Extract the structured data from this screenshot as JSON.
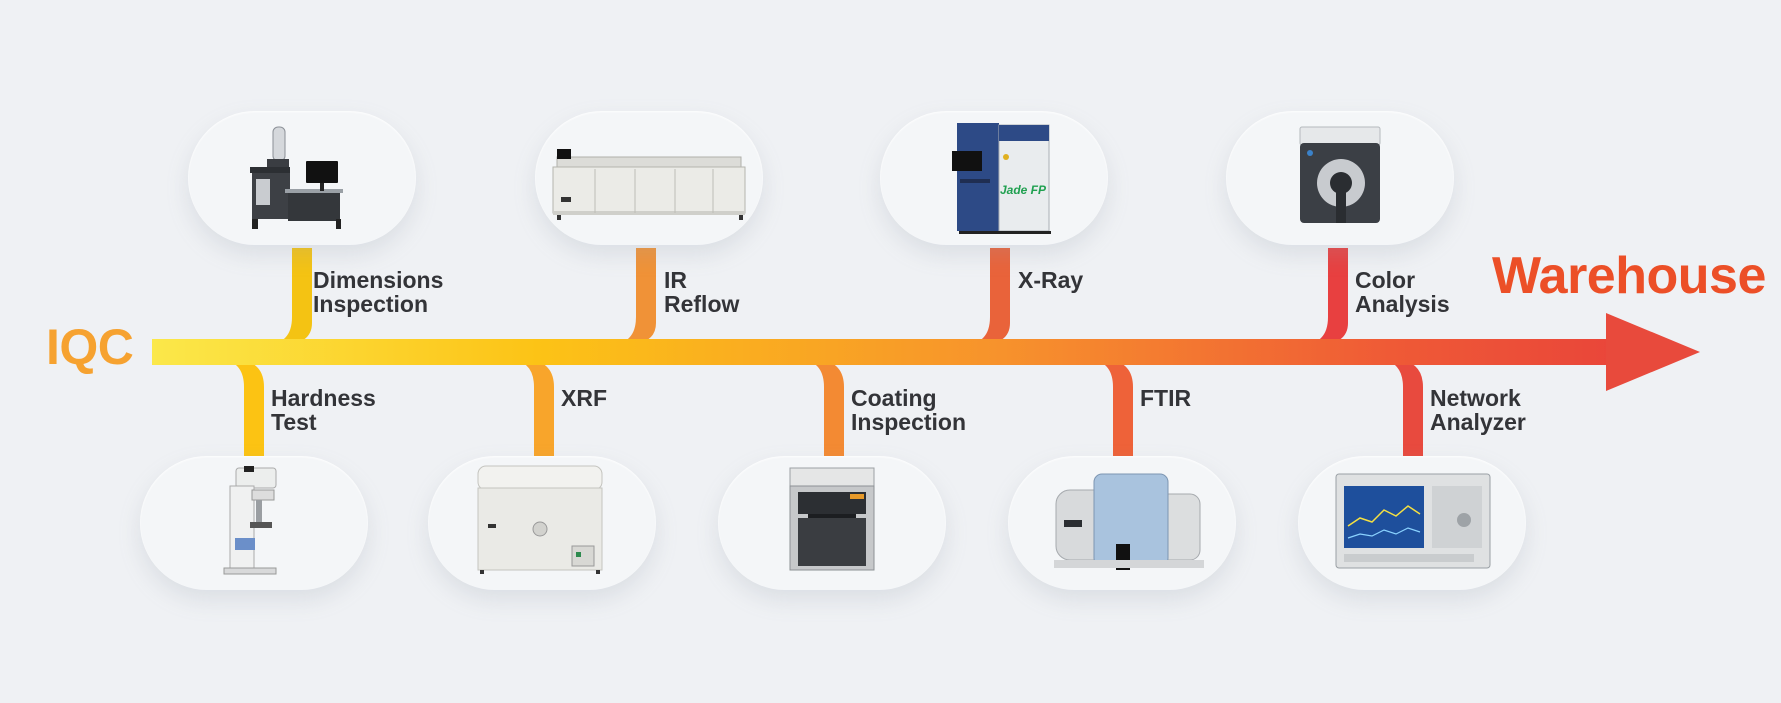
{
  "flow": {
    "start_label": "IQC",
    "end_label": "Warehouse",
    "arrow_gradient": [
      "#fbe84a",
      "#fcc316",
      "#f7922c",
      "#ef5a36",
      "#e73e3b"
    ]
  },
  "steps_top": [
    {
      "lines": [
        "Dimensions",
        "Inspection"
      ],
      "color": "#f4c313",
      "icon": "vision-measuring-machine-icon"
    },
    {
      "lines": [
        "IR",
        "Reflow"
      ],
      "color": "#f09237",
      "icon": "reflow-oven-icon"
    },
    {
      "lines": [
        "X-Ray"
      ],
      "color": "#e9633a",
      "icon": "xray-inspection-machine-icon",
      "machine_brand": "Jade FP"
    },
    {
      "lines": [
        "Color",
        "Analysis"
      ],
      "color": "#e84040",
      "icon": "spectrophotometer-icon"
    }
  ],
  "steps_bottom": [
    {
      "lines": [
        "Hardness",
        "Test"
      ],
      "color": "#fcc313",
      "icon": "hardness-tester-icon"
    },
    {
      "lines": [
        "XRF"
      ],
      "color": "#f8a52b",
      "icon": "xrf-analyzer-icon"
    },
    {
      "lines": [
        "Coating",
        "Inspection"
      ],
      "color": "#f38a33",
      "icon": "coating-thickness-analyzer-icon"
    },
    {
      "lines": [
        "FTIR"
      ],
      "color": "#ee6239",
      "icon": "ftir-spectrometer-icon"
    },
    {
      "lines": [
        "Network",
        "Analyzer"
      ],
      "color": "#e84a3e",
      "icon": "network-analyzer-icon"
    }
  ]
}
